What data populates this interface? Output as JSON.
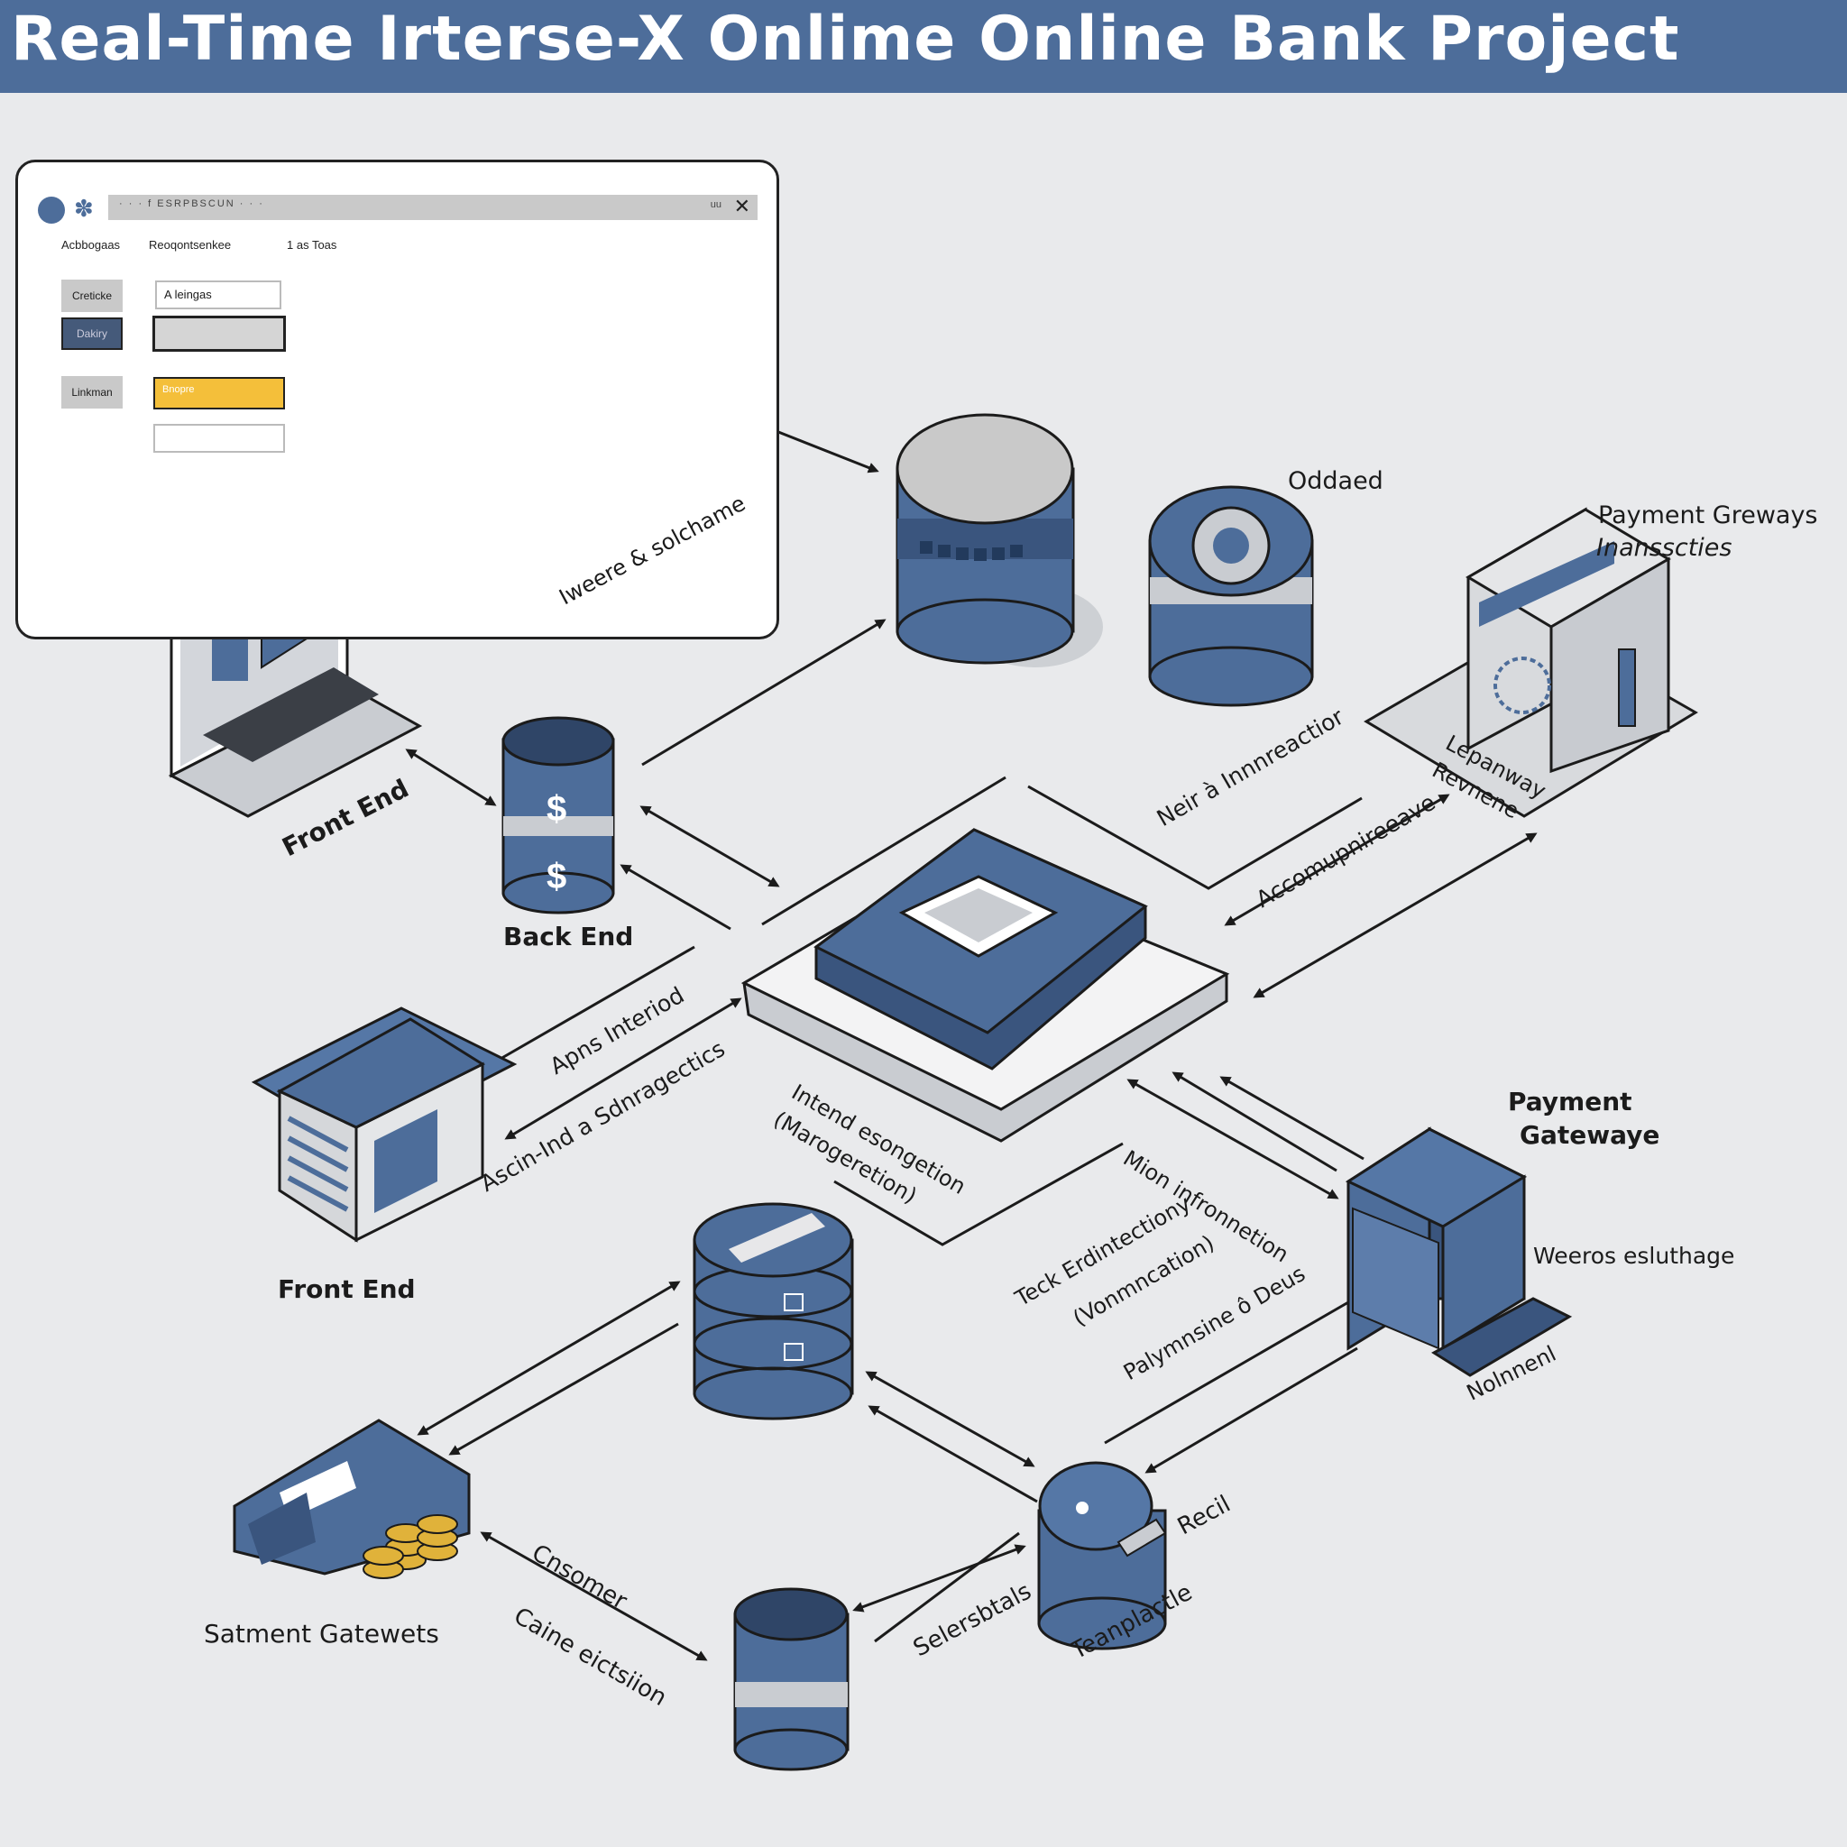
{
  "header": {
    "title": "Real-Time Irterse-X Onlime Online Bank Project"
  },
  "mockup": {
    "address_text": "· · · f ESRPBSCUN · · ·",
    "minimize_label": "uu",
    "close_label": "✕",
    "headers": [
      "Acbbogaas",
      "Reoqontsenkee",
      "1 as Toas"
    ],
    "side_buttons": [
      "Creticke",
      "Dakiry",
      "Linkman"
    ],
    "fields": [
      "A leingas",
      "",
      "Bnopre",
      ""
    ]
  },
  "labels": {
    "front_end_1": "Front End",
    "back_end": "Back End",
    "front_end_2": "Front End",
    "oddaed": "Oddaed",
    "payment_greways": "Payment Greways",
    "inansscties": "Inansscties",
    "lepanway": "Lepanway",
    "revnene": "Revnene",
    "iweere_solchame": "Iweere & solchame",
    "neir_innnreactior": "Neir à Innnreactior",
    "accomupnireeave": "Accomupnireeave",
    "apns_interiod": "Apns Interiod",
    "ascin_ind": "Ascin-Ind a Sdnragectics",
    "intend_esongetion": "Intend esongetion",
    "marogeretion": "(Marogeretion)",
    "payment_gateway_title": "Payment",
    "payment_gateway_sub": "Gatewaye",
    "weeros_esluthage": "Weeros esluthage",
    "nolnnenl": "Nolnnenl",
    "mion_information": "Mion infronnetion",
    "teck_erdintectiony": "Teck Erdintectiony",
    "vonmncation": "(Vonmncation)",
    "palymnsine_deus": "Palymnsine ô Deus",
    "satment_gatewets": "Satment Gatewets",
    "cnsomer": "Cnsomer",
    "caine_eictsiion": "Caine eictsiion",
    "selersbtals": "Selersbtals",
    "recil": "Recil",
    "teanplactle": "Teanplactle"
  },
  "icons": {
    "laptop": "laptop-icon",
    "dollar": "$",
    "card": "credit-card-icon"
  },
  "colors": {
    "brand": "#4d6d9a",
    "accent": "#f4bf3a",
    "dark": "#3a557e",
    "bg": "#e9eaec"
  }
}
